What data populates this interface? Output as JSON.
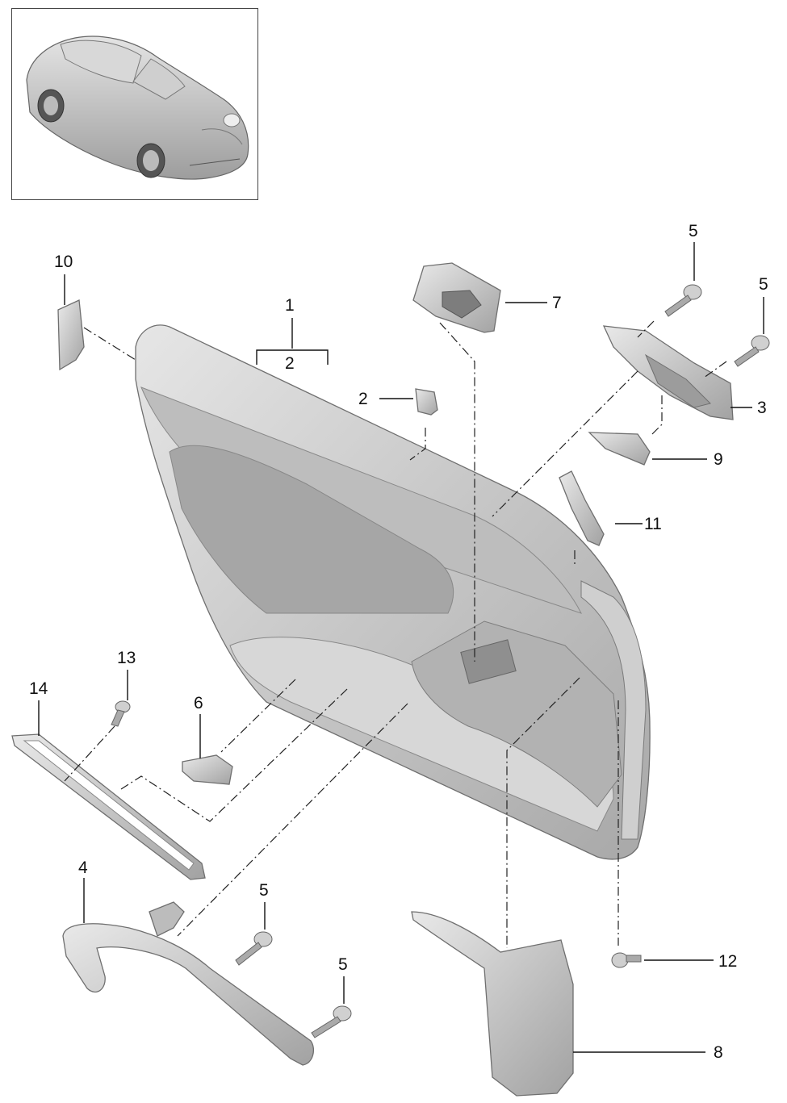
{
  "thumbnail": {
    "icon": "car-thumbnail-icon"
  },
  "callouts": {
    "c1": "1",
    "c2_top": "2",
    "c2_clip": "2",
    "c3": "3",
    "c4": "4",
    "c5_a": "5",
    "c5_b": "5",
    "c5_c": "5",
    "c5_d": "5",
    "c6": "6",
    "c7": "7",
    "c8": "8",
    "c9": "9",
    "c10": "10",
    "c11": "11",
    "c12": "12",
    "c13": "13",
    "c14": "14"
  },
  "colors": {
    "part_fill": "#c9c9c9",
    "part_dark": "#9a9a9a",
    "line": "#111111"
  }
}
